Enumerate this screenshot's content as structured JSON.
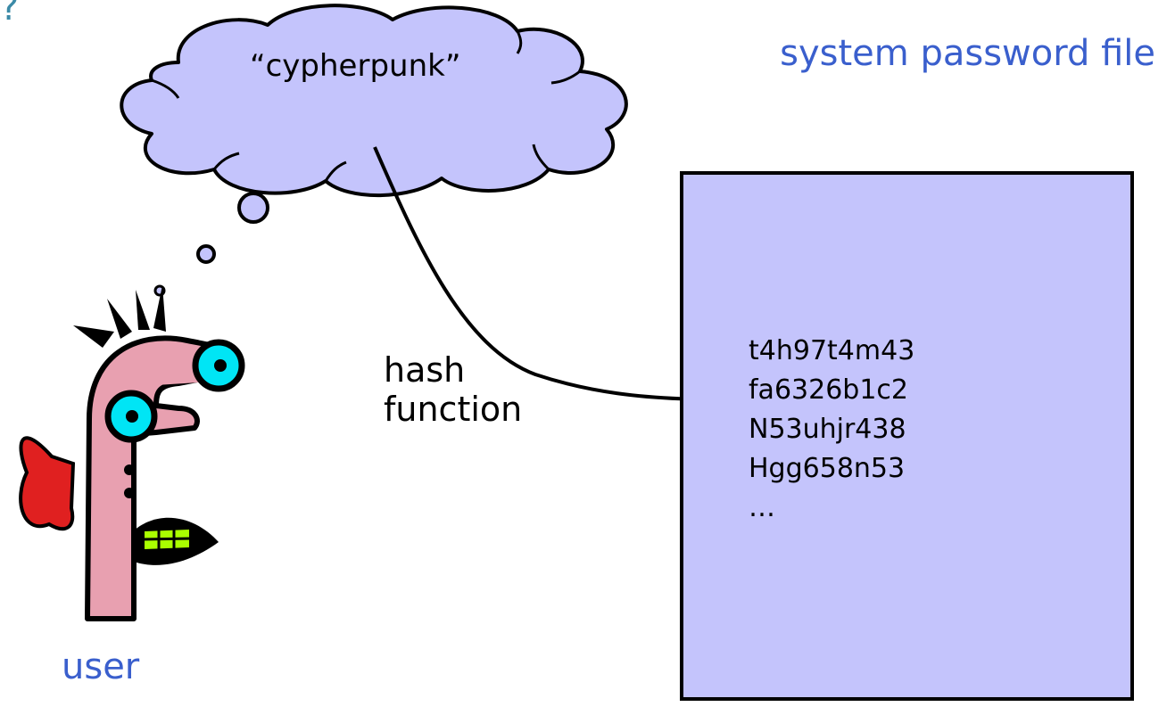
{
  "corner_mark": "?",
  "thought": {
    "password_text": "“cypherpunk”"
  },
  "labels": {
    "system_file": "system password file",
    "hash_line1": "hash",
    "hash_line2": "function",
    "user": "user"
  },
  "password_file": {
    "entries": [
      "t4h97t4m43",
      "fa6326b1c2",
      "N53uhjr438",
      "Hgg658n53",
      "…"
    ]
  },
  "colors": {
    "label_blue": "#3a5fcd",
    "cloud_fill": "#c4c4fc",
    "file_fill": "#c4c4fc",
    "face_pink": "#e8a0b0",
    "eye_cyan": "#00e5f5",
    "ear_red": "#e02020",
    "mouth_green": "#aaff00"
  }
}
